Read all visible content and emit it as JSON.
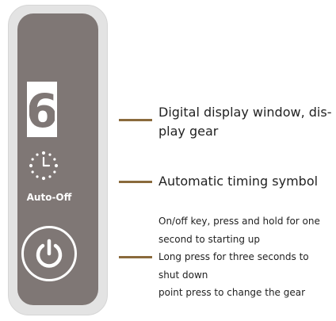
{
  "device": {
    "display_digit": "6",
    "timer_icon": "clock-icon",
    "auto_off_label": "Auto-Off",
    "power_icon": "power-icon"
  },
  "callouts": {
    "display_window": {
      "line1": "Digital display window, dis-",
      "line2": "play gear"
    },
    "timing_symbol": {
      "line1": "Automatic timing symbol"
    },
    "power_key": {
      "line1": "On/off key, press and hold for one",
      "line2": "second to starting up",
      "line3": "Long press for three seconds to",
      "line4": "shut down",
      "line5": "point press to change the gear"
    }
  },
  "colors": {
    "panel": "#7f7775",
    "frame": "#e3e3e3",
    "leader_line": "#8a6a3c",
    "text": "#222222"
  }
}
